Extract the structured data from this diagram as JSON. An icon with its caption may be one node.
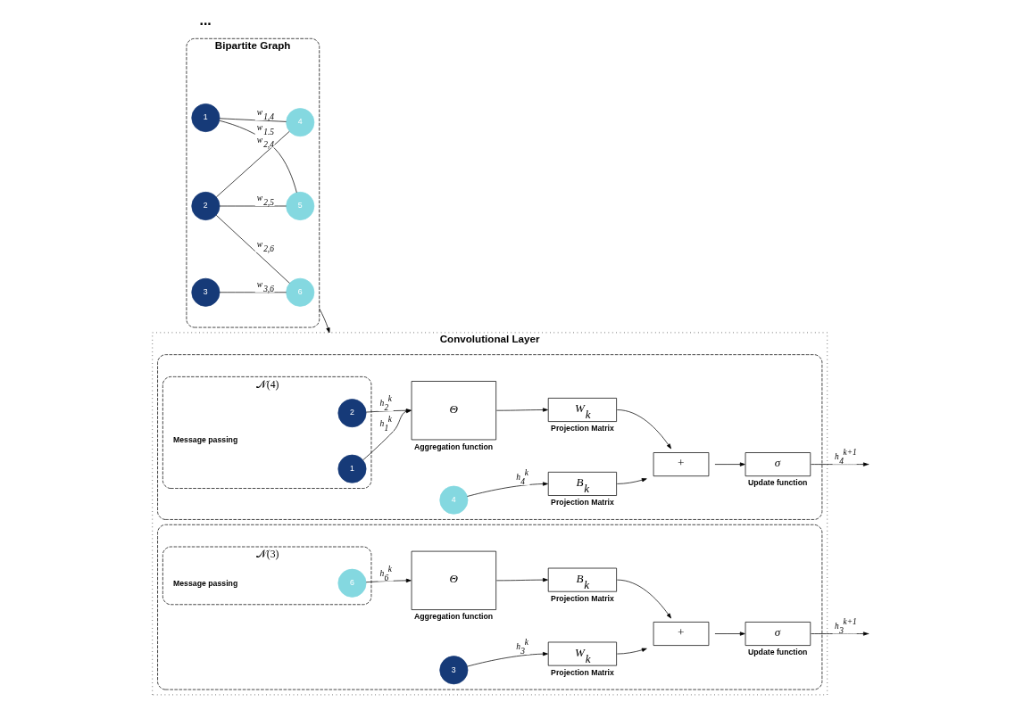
{
  "diagram": {
    "nodes": [
      {
        "text": [
          "Bipartite Graph"
        ]
      },
      {
        "text": [
          "1"
        ],
        "in": 0
      },
      {
        "text": [
          "2"
        ],
        "in": 0
      },
      {
        "text": [
          "3"
        ],
        "in": 0
      },
      {
        "text": [
          "4"
        ],
        "in": 0
      },
      {
        "text": [
          "5"
        ],
        "in": 0
      },
      {
        "text": [
          "6"
        ],
        "in": 0
      },
      {
        "text": [
          "Convolutional Layer"
        ]
      },
      {
        "text": [],
        "shape": "box",
        "in": 7
      },
      {
        "text": [
          "𝒩(4)"
        ],
        "beside": [
          "Message passing"
        ],
        "in": 8
      },
      {
        "text": [
          "1"
        ],
        "in": 9
      },
      {
        "text": [
          "2"
        ],
        "in": 9
      },
      {
        "text": [
          "Θ"
        ],
        "beside": [
          "Aggregation function"
        ],
        "in": 8
      },
      {
        "text": [
          "4"
        ],
        "in": 8
      },
      {
        "text": [
          "B$_{k}$"
        ],
        "beside": [
          "Projection Matrix"
        ],
        "in": 8
      },
      {
        "text": [
          "W$_{k}$"
        ],
        "beside": [
          "Projection Matrix"
        ],
        "in": 8
      },
      {
        "text": [
          "+"
        ],
        "in": 8
      },
      {
        "text": [
          "σ"
        ],
        "beside": [
          "Update function"
        ],
        "in": 8
      },
      {
        "text": [],
        "shape": "box",
        "in": 7
      },
      {
        "text": [
          "𝒩(3)"
        ],
        "beside": [
          "Message passing"
        ],
        "in": 18
      },
      {
        "text": [
          "6"
        ],
        "in": 19
      },
      {
        "text": [
          "Θ"
        ],
        "beside": [
          "Aggregation function"
        ],
        "in": 18
      },
      {
        "text": [
          "3"
        ],
        "in": 18
      },
      {
        "text": [
          "W$_{k}$"
        ],
        "beside": [
          "Projection Matrix"
        ],
        "in": 18
      },
      {
        "text": [
          "B$_{k}$"
        ],
        "beside": [
          "Projection Matrix"
        ],
        "in": 18
      },
      {
        "text": [
          "+"
        ],
        "in": 18
      },
      {
        "text": [
          "σ"
        ],
        "beside": [
          "Update function"
        ],
        "in": 18
      }
    ],
    "edges": [
      {
        "from": 1,
        "to": 4,
        "arrow": "none",
        "label": "w$_{1,4}$"
      },
      {
        "from": 1,
        "to": 5,
        "arrow": "none",
        "label": "w$_{1,5}$"
      },
      {
        "from": 2,
        "to": 4,
        "arrow": "none",
        "label": "w$_{2,4}$"
      },
      {
        "from": 2,
        "to": 5,
        "arrow": "none",
        "label": "w$_{2,5}$"
      },
      {
        "from": 2,
        "to": 6,
        "arrow": "none",
        "label": "w$_{2,6}$"
      },
      {
        "from": 3,
        "to": 6,
        "arrow": "none",
        "label": "w$_{3,6}$"
      },
      {
        "from": 0,
        "to": 7,
        "arrow": "to"
      },
      {
        "from": 10,
        "to": 12,
        "arrow": "to",
        "label": "h$_{1}$$^{k}$"
      },
      {
        "from": 11,
        "to": 12,
        "arrow": "to",
        "label": "h$_{2}$$^{k}$"
      },
      {
        "from": 13,
        "to": 14,
        "arrow": "to",
        "label": "h$_{4}$$^{k}$"
      },
      {
        "from": 12,
        "to": 15,
        "arrow": "to"
      },
      {
        "from": 14,
        "to": 16,
        "arrow": "to"
      },
      {
        "from": 15,
        "to": 16,
        "arrow": "to"
      },
      {
        "from": 16,
        "to": 17,
        "arrow": "to"
      },
      {
        "from": 17,
        "to": null,
        "arrow": "to",
        "label": "h$_{4}$$^{k+1}$"
      },
      {
        "from": 20,
        "to": 21,
        "arrow": "to",
        "label": "h$_{6}$$^{k}$"
      },
      {
        "from": 22,
        "to": 23,
        "arrow": "to",
        "label": "h$_{3}$$^{k}$"
      },
      {
        "from": 21,
        "to": 24,
        "arrow": "to"
      },
      {
        "from": 23,
        "to": 25,
        "arrow": "to"
      },
      {
        "from": 24,
        "to": 25,
        "arrow": "to"
      },
      {
        "from": 25,
        "to": 26,
        "arrow": "to"
      },
      {
        "from": 26,
        "to": null,
        "arrow": "to",
        "label": "h$_{3}$$^{k+1}$"
      }
    ],
    "labels": [
      "..."
    ]
  }
}
